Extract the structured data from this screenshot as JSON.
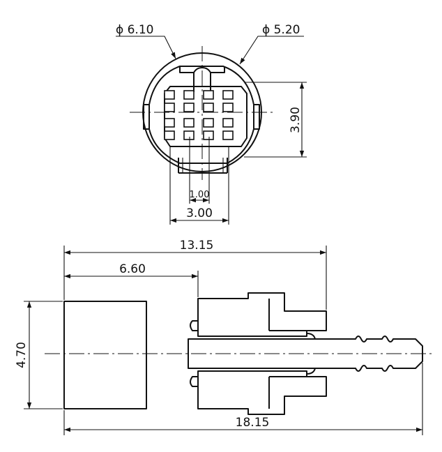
{
  "dimensions": {
    "outer_diameter": "ϕ 6.10",
    "inner_diameter": "ϕ 5.20",
    "pin_height": "3.90",
    "pin_pitch": "1.00",
    "pin_span": "3.00",
    "overall_partial_length": "13.15",
    "body_length": "6.60",
    "body_height": "4.70",
    "overall_length": "18.15"
  },
  "pin_grid": {
    "rows": 4,
    "cols": 4
  }
}
